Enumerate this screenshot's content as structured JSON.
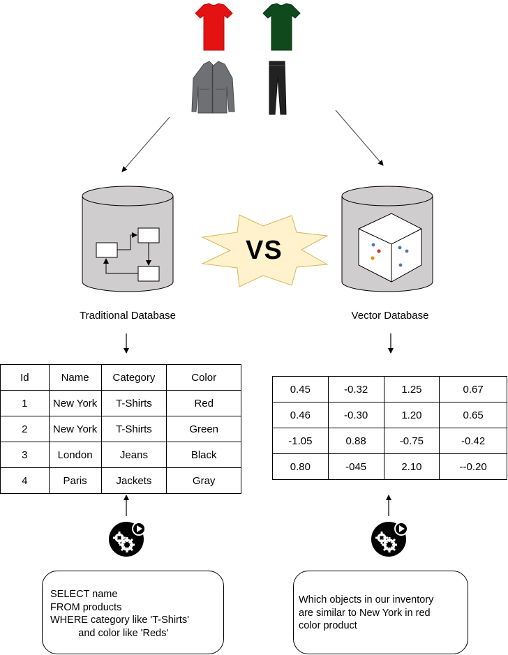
{
  "products": [
    {
      "name": "red-tshirt-icon",
      "color": "#e41212"
    },
    {
      "name": "green-tshirt-icon",
      "color": "#0f4a1c"
    },
    {
      "name": "gray-jacket-icon",
      "color": "#6e7073"
    },
    {
      "name": "black-pants-icon",
      "color": "#222222"
    }
  ],
  "vs_label": "VS",
  "traditional": {
    "caption": "Traditional Database",
    "table": {
      "headers": [
        "Id",
        "Name",
        "Category",
        "Color"
      ],
      "rows": [
        [
          "1",
          "New York",
          "T-Shirts",
          "Red"
        ],
        [
          "2",
          "New York",
          "T-Shirts",
          "Green"
        ],
        [
          "3",
          "London",
          "Jeans",
          "Black"
        ],
        [
          "4",
          "Paris",
          "Jackets",
          "Gray"
        ]
      ]
    },
    "query_lines": [
      "SELECT name",
      "FROM products",
      "WHERE category like 'T-Shirts'",
      "          and color like 'Reds'"
    ]
  },
  "vector": {
    "caption": "Vector Database",
    "table": {
      "rows": [
        [
          "0.45",
          "-0.32",
          "1.25",
          "0.67"
        ],
        [
          "0.46",
          "-0.30",
          "1.20",
          "0.65"
        ],
        [
          "-1.05",
          "0.88",
          "-0.75",
          "-0.42"
        ],
        [
          "0.80",
          "-045",
          "2.10",
          "--0.20"
        ]
      ]
    },
    "query_lines": [
      "Which objects in our inventory",
      "are similar to New York in red",
      "color product"
    ]
  },
  "colors": {
    "cylinder": "#cfcdcd",
    "starburst": "#fff2cc",
    "starburst_stroke": "#d6b656",
    "dot_blue": "#4a78b0",
    "dot_red": "#c0392b",
    "dot_orange": "#e08e0b"
  }
}
